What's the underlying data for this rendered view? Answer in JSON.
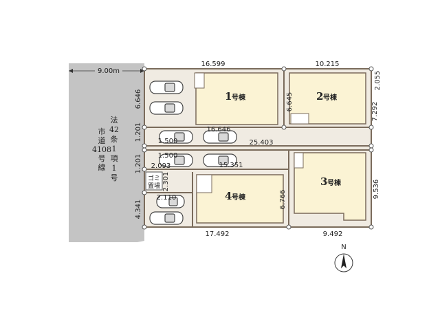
{
  "road": {
    "width": "9.00m",
    "name_col1": [
      "市",
      "道",
      "4108",
      "号",
      "線"
    ],
    "name_col2": [
      "法",
      "42",
      "条",
      "1",
      "項",
      "1",
      "号"
    ]
  },
  "dims": {
    "top_left": "16.599",
    "top_right": "10.215",
    "right_top": "2.055",
    "left_lot1": "6.646",
    "lot2_width": "6.645",
    "right_lot2": "7.292",
    "left_small_a": "1.201",
    "left_small_b": "1.201",
    "upper_drive": "16.646",
    "drive_1500_a": "1.500",
    "drive_1500_b": "1.500",
    "center_drive": "25.403",
    "lower_drive": "15.351",
    "d_2093": "2.093",
    "d_2301": "2.301",
    "d_2110": "2.110",
    "left_bottom": "4.341",
    "lot4_side": "6.766",
    "right_lot3": "9.536",
    "bottom_left": "17.492",
    "bottom_right": "9.492"
  },
  "buildings": [
    {
      "num": "1",
      "suffix": "号棟"
    },
    {
      "num": "2",
      "suffix": "号棟"
    },
    {
      "num": "3",
      "suffix": "号棟"
    },
    {
      "num": "4",
      "suffix": "号棟"
    }
  ],
  "garbage": {
    "line1": "ゴミ",
    "line2": "置場"
  },
  "compass": {
    "label": "N"
  },
  "colors": {
    "road": "#c2c2c2",
    "lot": "#f0ebe2",
    "building": "#fbf3d4",
    "border": "#7a6b5b"
  }
}
